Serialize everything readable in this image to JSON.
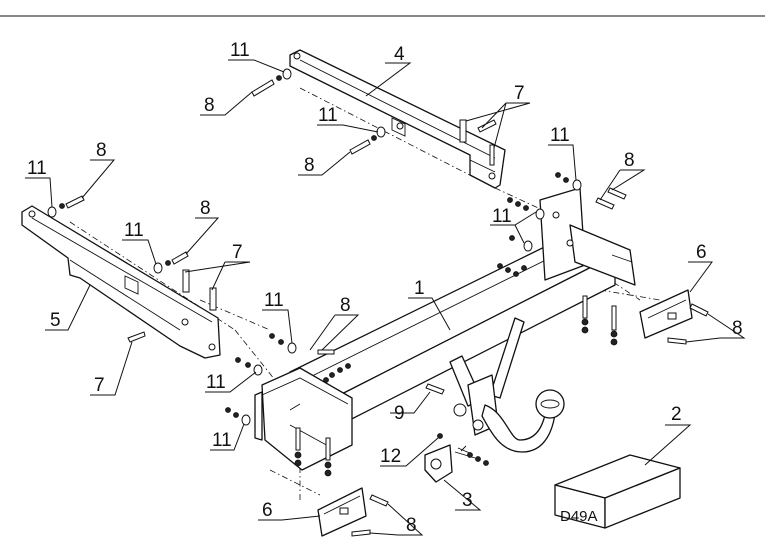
{
  "callouts": {
    "c1": "1",
    "c2": "2",
    "c3": "3",
    "c4": "4",
    "c5": "5",
    "c6a": "6",
    "c6b": "6",
    "c7a": "7",
    "c7b": "7",
    "c7c": "7",
    "c8a": "8",
    "c8b": "8",
    "c8c": "8",
    "c8d": "8",
    "c8e": "8",
    "c8f": "8",
    "c8g": "8",
    "c8h": "8",
    "c9": "9",
    "c11a": "11",
    "c11b": "11",
    "c11c": "11",
    "c11d": "11",
    "c11e": "11",
    "c11f": "11",
    "c11g": "11",
    "c11h": "11",
    "c11i": "11",
    "c12": "12"
  },
  "box_label": "D49A"
}
